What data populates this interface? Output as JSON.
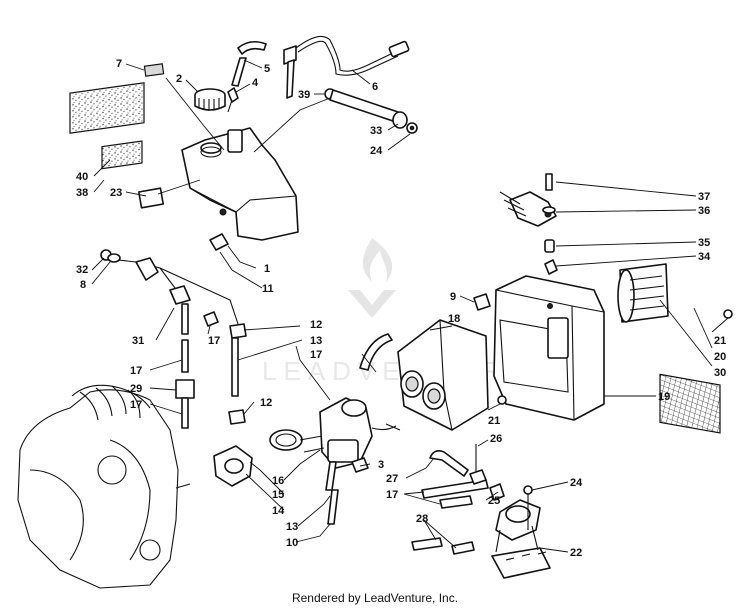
{
  "watermark": {
    "brand": "LEADVENTURE"
  },
  "footer": {
    "text": "Rendered by LeadVenture, Inc."
  },
  "callouts": [
    "7",
    "2",
    "4",
    "5",
    "6",
    "39",
    "33",
    "24",
    "40",
    "38",
    "23",
    "1",
    "11",
    "32",
    "8",
    "31",
    "17",
    "12",
    "13",
    "29",
    "18",
    "9",
    "37",
    "36",
    "35",
    "34",
    "21",
    "20",
    "30",
    "19",
    "16",
    "15",
    "14",
    "10",
    "3",
    "26",
    "27",
    "25",
    "28",
    "22"
  ]
}
